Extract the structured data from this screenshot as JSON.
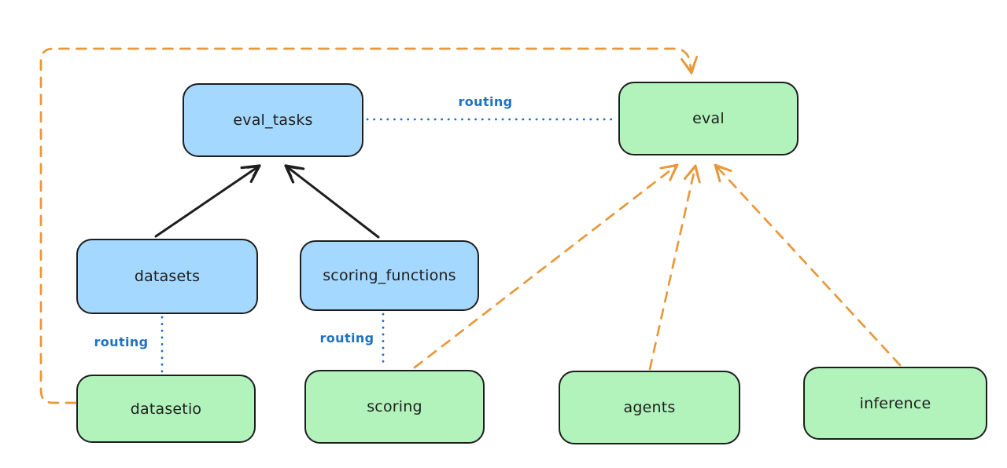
{
  "diagram": {
    "nodes": [
      {
        "id": "eval_tasks",
        "label": "eval_tasks",
        "kind": "resource",
        "fill": "#a5d8ff"
      },
      {
        "id": "eval",
        "label": "eval",
        "kind": "api",
        "fill": "#b2f2bb"
      },
      {
        "id": "datasets",
        "label": "datasets",
        "kind": "resource",
        "fill": "#a5d8ff"
      },
      {
        "id": "scoring_functions",
        "label": "scoring_functions",
        "kind": "resource",
        "fill": "#a5d8ff"
      },
      {
        "id": "datasetio",
        "label": "datasetio",
        "kind": "api",
        "fill": "#b2f2bb"
      },
      {
        "id": "scoring",
        "label": "scoring",
        "kind": "api",
        "fill": "#b2f2bb"
      },
      {
        "id": "agents",
        "label": "agents",
        "kind": "api",
        "fill": "#b2f2bb"
      },
      {
        "id": "inference",
        "label": "inference",
        "kind": "api",
        "fill": "#b2f2bb"
      }
    ],
    "edges": [
      {
        "from": "datasets",
        "to": "eval_tasks",
        "style": "solid",
        "color": "#1e1e1e",
        "label": ""
      },
      {
        "from": "scoring_functions",
        "to": "eval_tasks",
        "style": "solid",
        "color": "#1e1e1e",
        "label": ""
      },
      {
        "from": "eval_tasks",
        "to": "eval",
        "style": "dotted",
        "color": "#1f72c1",
        "label": "routing"
      },
      {
        "from": "datasets",
        "to": "datasetio",
        "style": "dotted",
        "color": "#1f72c1",
        "label": "routing"
      },
      {
        "from": "scoring_functions",
        "to": "scoring",
        "style": "dotted",
        "color": "#1f72c1",
        "label": "routing"
      },
      {
        "from": "datasetio",
        "to": "eval",
        "style": "dashed",
        "color": "#e8983a",
        "label": ""
      },
      {
        "from": "scoring",
        "to": "eval",
        "style": "dashed",
        "color": "#e8983a",
        "label": ""
      },
      {
        "from": "agents",
        "to": "eval",
        "style": "dashed",
        "color": "#e8983a",
        "label": ""
      },
      {
        "from": "inference",
        "to": "eval",
        "style": "dashed",
        "color": "#e8983a",
        "label": ""
      }
    ],
    "colors": {
      "background": "#ffffff",
      "node_border": "#1e1e1e",
      "resource_fill": "#a5d8ff",
      "api_fill": "#b2f2bb",
      "routing_line": "#1f72c1",
      "dashed_line": "#e8983a",
      "solid_line": "#1e1e1e"
    }
  }
}
